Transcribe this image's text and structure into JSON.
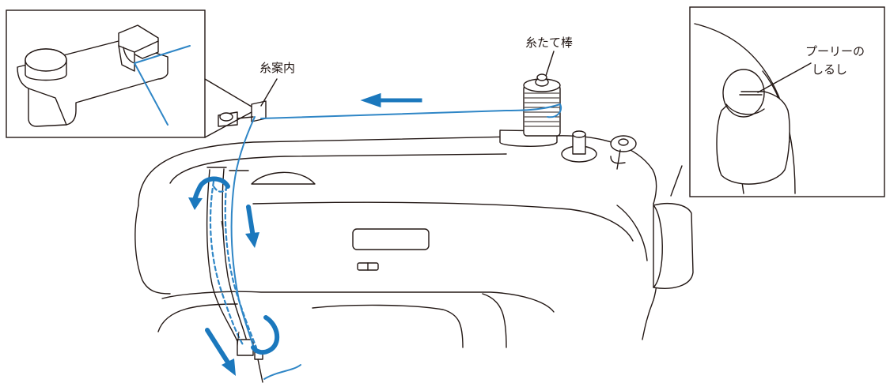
{
  "labels": {
    "thread_guide": "糸案内",
    "spool_pin": "糸たて棒",
    "pulley_mark_line1": "プーリーの",
    "pulley_mark_line2": "しるし"
  },
  "colors": {
    "thread": "#2f86c6",
    "arrow": "#1b78bd",
    "outline": "#231815"
  },
  "icons": {
    "direction_arrow": "arrow-left",
    "flow_arrows": "arrow-down",
    "loop_arrows": "curved-arrow"
  }
}
